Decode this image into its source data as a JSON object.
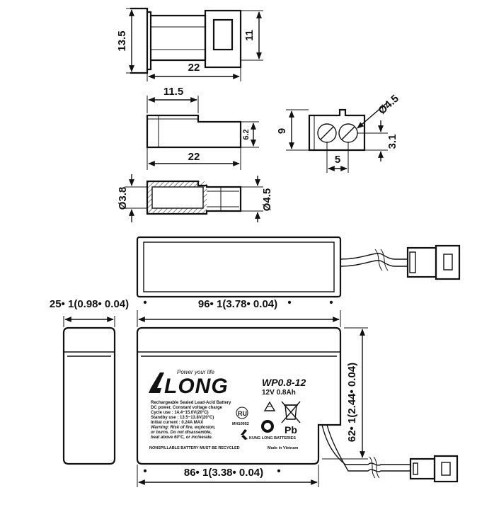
{
  "connector": {
    "top_view": {
      "height": "13.5",
      "inner_height": "11",
      "length": "22"
    },
    "side_view": {
      "step_length": "11.5",
      "step_height": "6.2",
      "length": "22"
    },
    "section_view": {
      "inner_diameter": "Ø3.8",
      "outer_diameter": "Ø4.5"
    },
    "end_view": {
      "height": "9",
      "pin_diameter": "Ø4.5",
      "pitch": "5",
      "offset": "3.1"
    }
  },
  "battery": {
    "side_width": "25• 1(0.98• 0.04)",
    "length": "96• 1(3.78• 0.04)",
    "case_length": "86• 1(3.38• 0.04)",
    "height": "62• 1(2.44• 0.04)",
    "dot": "•"
  },
  "label": {
    "tagline": "Power your life",
    "brand": "LONG",
    "model": "WP0.8-12",
    "rating": "12V 0.8Ah",
    "spec_lines": [
      "Rechargeable Sealed Lead-Acid Battery",
      "DC power, Constant voltage charge",
      "Cycle  use : 14.4~15.0V(20°C)",
      "Standby use : 13.5~13.8V(20°C)",
      "Initial current : 0.24A MAX",
      "Warning: Risk of fire, explosion,",
      "or burns. Do not disassemble,",
      "heat above 60°C, or incinerate."
    ],
    "ul_code": "MH10952",
    "pb": "Pb",
    "manufacturer": "KUNG LONG BATTERIES",
    "footer_left": "NONSPILLABLE   BATTERY MUST BE RECYCLED",
    "footer_right": "Made in Vietnam"
  },
  "colors": {
    "line": "#111111",
    "hatch": "#333333",
    "background": "#ffffff"
  }
}
